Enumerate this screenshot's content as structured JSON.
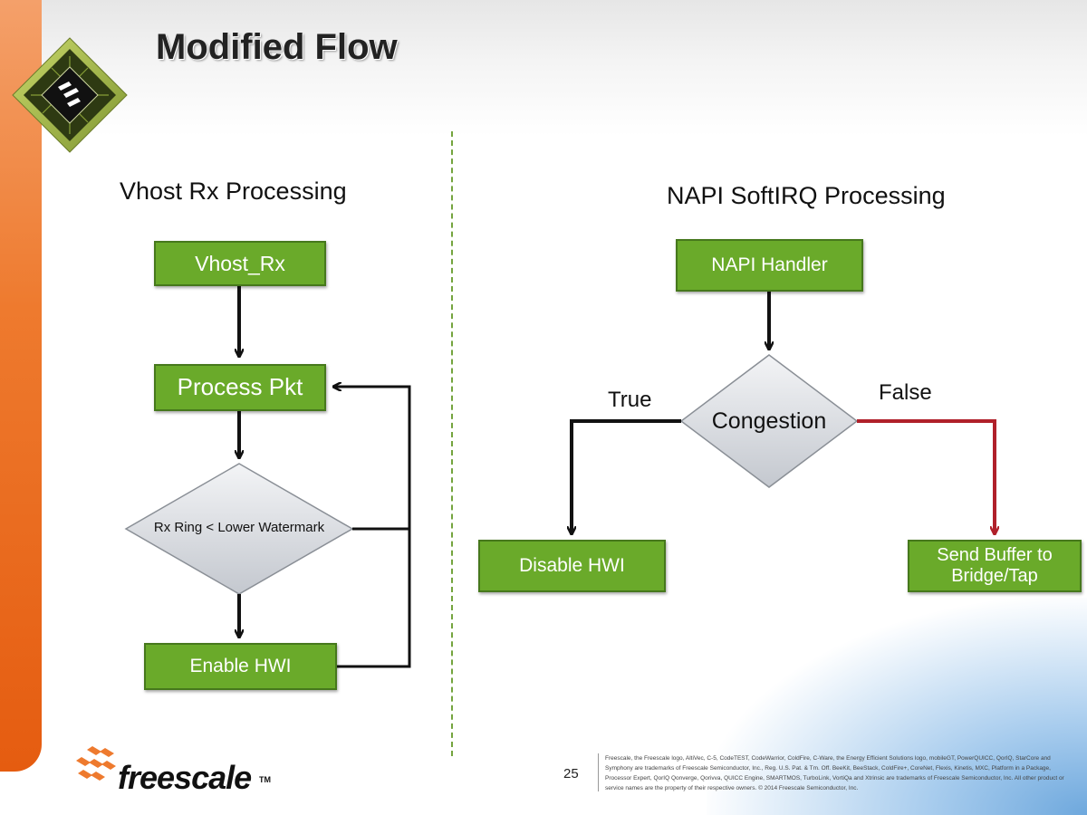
{
  "slide": {
    "title": "Modified Flow",
    "page_number": "25",
    "footnote": "Freescale, the Freescale logo, AltiVec, C-5, CodeTEST, CodeWarrior, ColdFire, C-Ware, the Energy Efficient Solutions logo, mobileGT, PowerQUICC, QorIQ, StarCore and Symphony are trademarks of Freescale Semiconductor, Inc., Reg. U.S. Pat. & Tm. Off. BeeKit, BeeStack, ColdFire+, CoreNet, Flexis, Kinetis, MXC, Platform in a Package, Processor Expert, QorIQ Qonverge, Qorivva, QUICC Engine, SMARTMOS, TurboLink, VortiQa and Xtrinsic are trademarks of Freescale Semiconductor, Inc. All other product or service names are the property of their respective owners. © 2014 Freescale Semiconductor, Inc.",
    "logo_text": "freescale",
    "logo_tm": "TM"
  },
  "left": {
    "heading": "Vhost Rx Processing",
    "nodes": {
      "vhost_rx": "Vhost_Rx",
      "process_pkt": "Process Pkt",
      "decision": "Rx Ring < Lower Watermark",
      "enable_hwi": "Enable HWI"
    }
  },
  "right": {
    "heading": "NAPI SoftIRQ Processing",
    "nodes": {
      "napi_handler": "NAPI Handler",
      "decision": "Congestion",
      "disable_hwi": "Disable HWI",
      "send_buffer": "Send Buffer to Bridge/Tap"
    },
    "branch_true": "True",
    "branch_false": "False"
  },
  "colors": {
    "box_fill": "#6aaa2a",
    "box_border": "#46781c",
    "diamond_fill": "#d3d6db",
    "arrow": "#111111",
    "false_arrow": "#b0202a",
    "divider": "#74a43e",
    "accent_orange": "#ee7a2e"
  },
  "icons": {
    "chip": "processor-chip-icon",
    "logo": "freescale-logo-icon"
  }
}
